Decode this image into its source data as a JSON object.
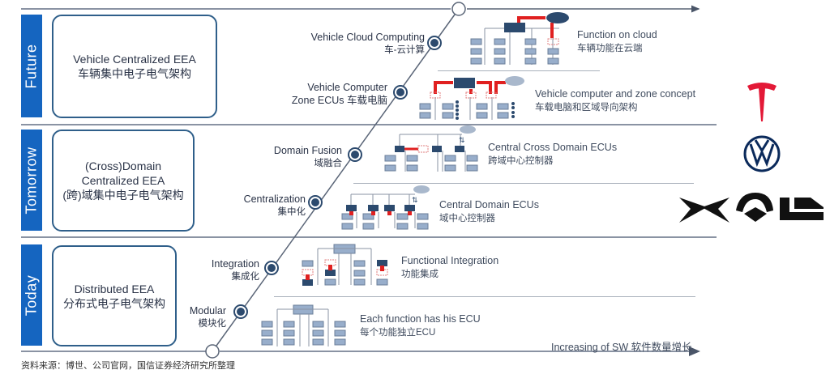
{
  "eras": [
    {
      "label": "Future",
      "title_en": "Vehicle Centralized EEA",
      "title_zh": "车辆集中电子电气架构"
    },
    {
      "label": "Tomorrow",
      "title_en_1": "(Cross)Domain",
      "title_en_2": "Centralized EEA",
      "title_zh": "(跨)域集中电子电气架构"
    },
    {
      "label": "Today",
      "title_en": "Distributed EEA",
      "title_zh": "分布式电子电气架构"
    }
  ],
  "stages": [
    {
      "en": "Vehicle Cloud Computing",
      "zh": "车-云计算",
      "desc_en": "Function on cloud",
      "desc_zh": "车辆功能在云端"
    },
    {
      "en": "Vehicle Computer",
      "en2": "Zone ECUs 车载电脑",
      "desc_en": "Vehicle computer and zone concept",
      "desc_zh": "车载电脑和区域导向架构"
    },
    {
      "en": "Domain Fusion",
      "zh": "域融合",
      "desc_en": "Central Cross Domain ECUs",
      "desc_zh": "跨域中心控制器"
    },
    {
      "en": "Centralization",
      "zh": "集中化",
      "desc_en": "Central Domain ECUs",
      "desc_zh": "域中心控制器"
    },
    {
      "en": "Integration",
      "zh": "集成化",
      "desc_en": "Functional Integration",
      "desc_zh": "功能集成"
    },
    {
      "en": "Modular",
      "zh": "模块化",
      "desc_en": "Each function has his ECU",
      "desc_zh": "每个功能独立ECU"
    }
  ],
  "axis": {
    "x_label": "Increasing of SW 软件数量增长"
  },
  "logos": [
    "tesla-logo",
    "volkswagen-logo",
    "xpeng-logo",
    "nio-logo",
    "li-auto-logo"
  ],
  "footer": "资料来源：博世、公司官网，国信证券经济研究所整理",
  "colors": {
    "era_blue": "#1565c0",
    "node_dark": "#2c4a6e",
    "ecu_light": "#98aecb",
    "red": "#e02020",
    "tesla_red": "#e31937",
    "vw_blue": "#0b2a5b",
    "cloud": "#a9b8cc"
  }
}
